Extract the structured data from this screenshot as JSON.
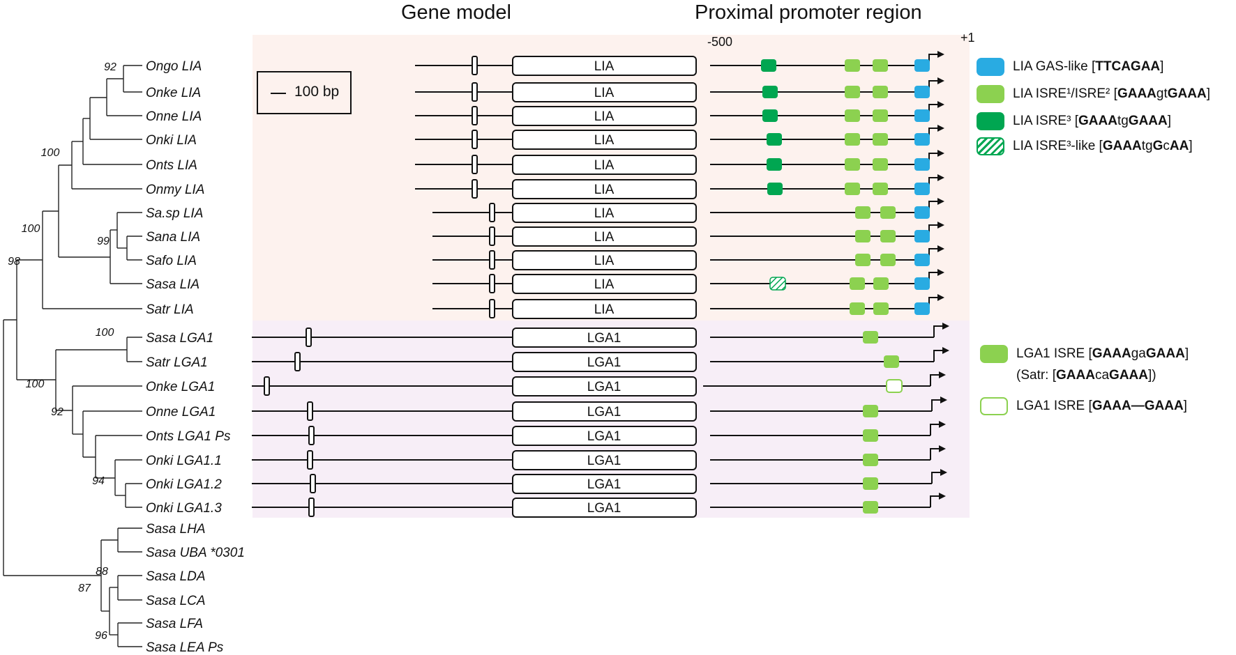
{
  "headers": {
    "gene_model": "Gene model",
    "promoter": "Proximal promoter region"
  },
  "promoter_labels": {
    "start": "-500",
    "tss": "+1"
  },
  "scale_label": "100 bp",
  "colors": {
    "lia_bg": "#fdf2ee",
    "lga1_bg": "#f7eef7",
    "gas": "#29abe2",
    "isre12": "#8cd150",
    "isre3": "#00a651",
    "isre3_like": "#00a651",
    "lga1_isre": "#8cd150",
    "lga1_isre_gap": "#8cd150"
  },
  "legend_lia": [
    {
      "type": "gas",
      "parts": [
        "LIA GAS-like [",
        "TTCAGAA",
        "]"
      ]
    },
    {
      "type": "isre12",
      "parts": [
        "LIA ISRE¹/ISRE² [",
        "GAAA",
        "gt",
        "GAAA",
        "]"
      ]
    },
    {
      "type": "isre3",
      "parts": [
        "LIA ISRE³ [",
        "GAAA",
        "tg",
        "GAAA",
        "]"
      ]
    },
    {
      "type": "isre3_like",
      "parts": [
        "LIA ISRE³-like [",
        "GAAA",
        "tg",
        "G",
        "c",
        "AA",
        "]"
      ]
    }
  ],
  "legend_lga1": [
    {
      "type": "lga1_isre",
      "parts": [
        "LGA1 ISRE [",
        "GAAA",
        "ga",
        "GAAA",
        "]"
      ],
      "sub_parts": [
        "(Satr: [",
        "GAAA",
        "ca",
        "GAAA",
        "])"
      ]
    },
    {
      "type": "lga1_isre_gap",
      "parts": [
        "LGA1 ISRE [",
        "GAAA—GAAA",
        "]"
      ]
    }
  ],
  "tree": {
    "taxa": [
      "Ongo LIA",
      "Onke LIA",
      "Onne LIA",
      "Onki LIA",
      "Onts LIA",
      "Onmy LIA",
      "Sa.sp LIA",
      "Sana LIA",
      "Safo LIA",
      "Sasa LIA",
      "Satr LIA",
      "Sasa LGA1",
      "Satr LGA1",
      "Onke LGA1",
      "Onne LGA1",
      "Onts LGA1 Ps",
      "Onki LGA1.1",
      "Onki LGA1.2",
      "Onki LGA1.3",
      "Sasa LHA",
      "Sasa UBA *0301",
      "Sasa LDA",
      "Sasa LCA",
      "Sasa LFA",
      "Sasa LEA Ps"
    ],
    "bootstrap": [
      "92",
      "100",
      "99",
      "100",
      "98",
      "100",
      "100",
      "92",
      "94",
      "88",
      "87",
      "96"
    ]
  },
  "genes": [
    {
      "exon": "LIA"
    },
    {
      "exon": "LIA"
    },
    {
      "exon": "LIA"
    },
    {
      "exon": "LIA"
    },
    {
      "exon": "LIA"
    },
    {
      "exon": "LIA"
    },
    {
      "exon": "LIA"
    },
    {
      "exon": "LIA"
    },
    {
      "exon": "LIA"
    },
    {
      "exon": "LIA"
    },
    {
      "exon": "LIA"
    },
    {
      "exon": "LGA1"
    },
    {
      "exon": "LGA1"
    },
    {
      "exon": "LGA1"
    },
    {
      "exon": "LGA1"
    },
    {
      "exon": "LGA1"
    },
    {
      "exon": "LGA1"
    },
    {
      "exon": "LGA1"
    },
    {
      "exon": "LGA1"
    }
  ]
}
